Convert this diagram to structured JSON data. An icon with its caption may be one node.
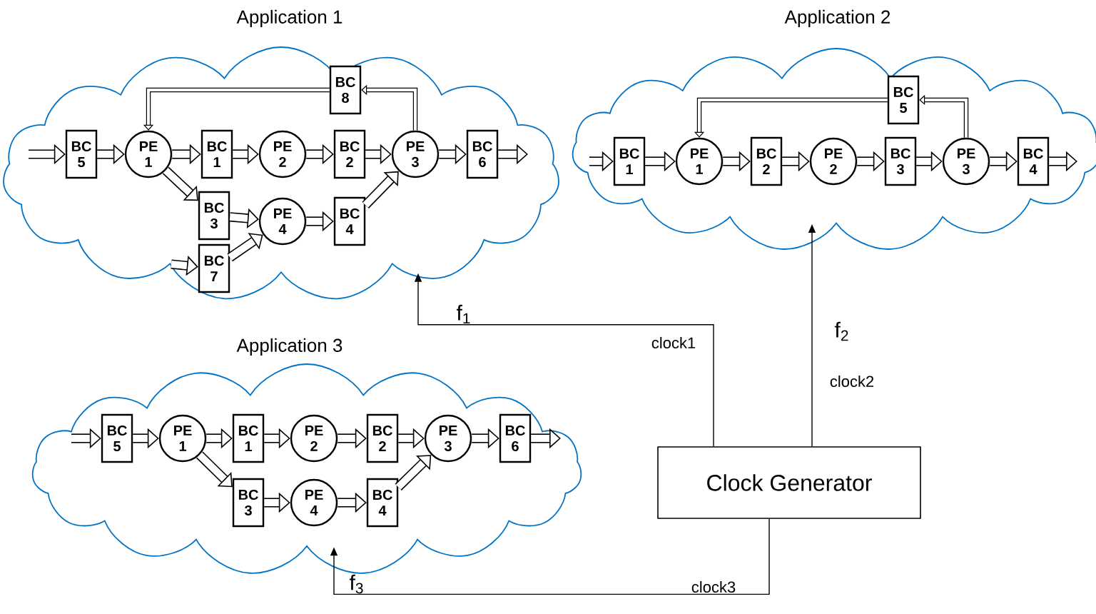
{
  "diagram": {
    "nodes": [
      {
        "text": [
          "Application 1"
        ]
      },
      {
        "text": [
          "BC 5"
        ],
        "in": 0
      },
      {
        "text": [
          "PE 1"
        ],
        "in": 0
      },
      {
        "text": [
          "BC 1"
        ],
        "in": 0
      },
      {
        "text": [
          "PE 2"
        ],
        "in": 0
      },
      {
        "text": [
          "BC 2"
        ],
        "in": 0
      },
      {
        "text": [
          "PE 3"
        ],
        "in": 0
      },
      {
        "text": [
          "BC 6"
        ],
        "in": 0
      },
      {
        "text": [
          "BC 3"
        ],
        "in": 0
      },
      {
        "text": [
          "PE 4"
        ],
        "in": 0
      },
      {
        "text": [
          "BC 4"
        ],
        "in": 0
      },
      {
        "text": [
          "BC 7"
        ],
        "in": 0
      },
      {
        "text": [
          "BC 8"
        ],
        "in": 0
      },
      {
        "text": [
          "Application 2"
        ]
      },
      {
        "text": [
          "BC 1"
        ],
        "in": 13
      },
      {
        "text": [
          "PE 1"
        ],
        "in": 13
      },
      {
        "text": [
          "BC 2"
        ],
        "in": 13
      },
      {
        "text": [
          "PE 2"
        ],
        "in": 13
      },
      {
        "text": [
          "BC 3"
        ],
        "in": 13
      },
      {
        "text": [
          "PE 3"
        ],
        "in": 13
      },
      {
        "text": [
          "BC 4"
        ],
        "in": 13
      },
      {
        "text": [
          "BC 5"
        ],
        "in": 13
      },
      {
        "text": [
          "Application 3"
        ]
      },
      {
        "text": [
          "BC 5"
        ],
        "in": 22
      },
      {
        "text": [
          "PE 1"
        ],
        "in": 22
      },
      {
        "text": [
          "BC 1"
        ],
        "in": 22
      },
      {
        "text": [
          "PE 2"
        ],
        "in": 22
      },
      {
        "text": [
          "BC 2"
        ],
        "in": 22
      },
      {
        "text": [
          "PE 3"
        ],
        "in": 22
      },
      {
        "text": [
          "BC 6"
        ],
        "in": 22
      },
      {
        "text": [
          "BC 3"
        ],
        "in": 22
      },
      {
        "text": [
          "PE 4"
        ],
        "in": 22
      },
      {
        "text": [
          "BC 4"
        ],
        "in": 22
      },
      {
        "text": [
          "Clock Generator"
        ]
      }
    ],
    "edges": [
      {
        "from": null,
        "to": 1,
        "arrow": "to"
      },
      {
        "from": 1,
        "to": 2,
        "arrow": "to"
      },
      {
        "from": 2,
        "to": 3,
        "arrow": "to"
      },
      {
        "from": 3,
        "to": 4,
        "arrow": "to"
      },
      {
        "from": 4,
        "to": 5,
        "arrow": "to"
      },
      {
        "from": 5,
        "to": 6,
        "arrow": "to"
      },
      {
        "from": 6,
        "to": 7,
        "arrow": "to"
      },
      {
        "from": 7,
        "to": null,
        "arrow": "to"
      },
      {
        "from": 2,
        "to": 8,
        "arrow": "to"
      },
      {
        "from": 8,
        "to": 9,
        "arrow": "to"
      },
      {
        "from": 9,
        "to": 10,
        "arrow": "to"
      },
      {
        "from": 10,
        "to": 6,
        "arrow": "to"
      },
      {
        "from": null,
        "to": 11,
        "arrow": "to"
      },
      {
        "from": 11,
        "to": 9,
        "arrow": "to"
      },
      {
        "from": 6,
        "to": 12,
        "arrow": "to"
      },
      {
        "from": 12,
        "to": 2,
        "arrow": "to"
      },
      {
        "from": null,
        "to": 14,
        "arrow": "to"
      },
      {
        "from": 14,
        "to": 15,
        "arrow": "to"
      },
      {
        "from": 15,
        "to": 16,
        "arrow": "to"
      },
      {
        "from": 16,
        "to": 17,
        "arrow": "to"
      },
      {
        "from": 17,
        "to": 18,
        "arrow": "to"
      },
      {
        "from": 18,
        "to": 19,
        "arrow": "to"
      },
      {
        "from": 19,
        "to": 20,
        "arrow": "to"
      },
      {
        "from": 20,
        "to": null,
        "arrow": "to"
      },
      {
        "from": 19,
        "to": 21,
        "arrow": "to"
      },
      {
        "from": 21,
        "to": 15,
        "arrow": "to"
      },
      {
        "from": null,
        "to": 23,
        "arrow": "to"
      },
      {
        "from": 23,
        "to": 24,
        "arrow": "to"
      },
      {
        "from": 24,
        "to": 25,
        "arrow": "to"
      },
      {
        "from": 25,
        "to": 26,
        "arrow": "to"
      },
      {
        "from": 26,
        "to": 27,
        "arrow": "to"
      },
      {
        "from": 27,
        "to": 28,
        "arrow": "to"
      },
      {
        "from": 28,
        "to": 29,
        "arrow": "to"
      },
      {
        "from": 29,
        "to": null,
        "arrow": "to"
      },
      {
        "from": 24,
        "to": 30,
        "arrow": "to"
      },
      {
        "from": 30,
        "to": 31,
        "arrow": "to"
      },
      {
        "from": 31,
        "to": 32,
        "arrow": "to"
      },
      {
        "from": 32,
        "to": 28,
        "arrow": "to"
      },
      {
        "from": 33,
        "to": 0,
        "arrow": "to",
        "label": "clock1"
      },
      {
        "from": 33,
        "to": 13,
        "arrow": "to",
        "label": "clock2"
      },
      {
        "from": 33,
        "to": 22,
        "arrow": "to",
        "label": "clock3"
      }
    ],
    "labels": [
      "f$_{1}$",
      "f$_{2}$",
      "f$_{3}$"
    ]
  }
}
